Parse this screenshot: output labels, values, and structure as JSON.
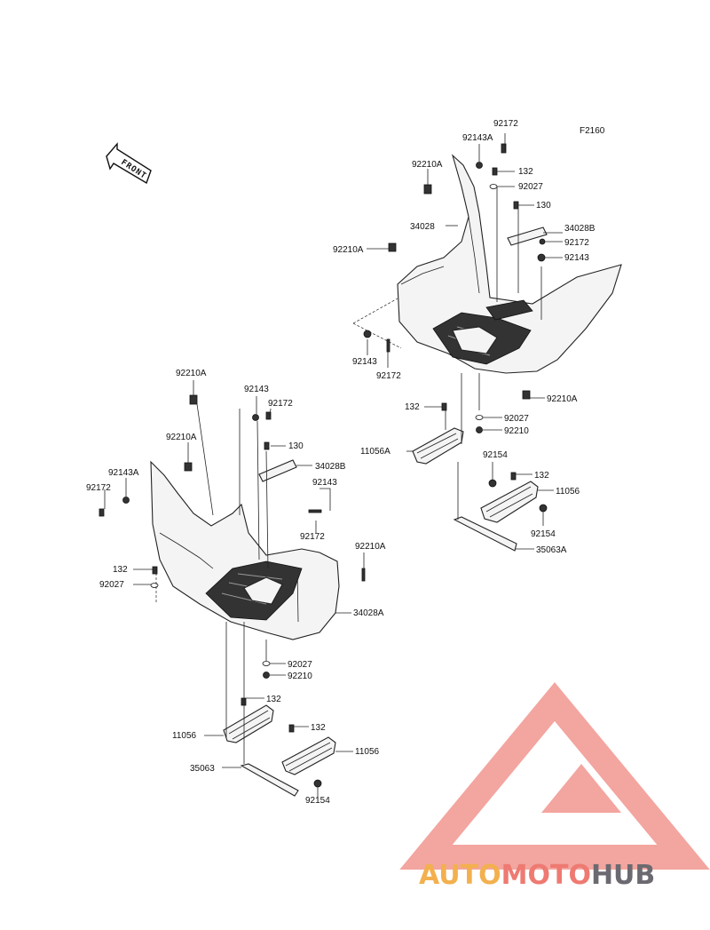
{
  "diagram": {
    "code": "F2160",
    "front_label": "FRONT",
    "watermark": {
      "auto": "AUTO",
      "moto": "MOTO",
      "hub": "HUB"
    },
    "part_labels": {
      "r_92172_top": "92172",
      "r_92143A_top": "92143A",
      "r_92210A_top": "92210A",
      "r_132_top": "132",
      "r_92027_top": "92027",
      "r_130": "130",
      "r_34028": "34028",
      "r_34028B": "34028B",
      "r_92210A_mid": "92210A",
      "r_92172_mid": "92172",
      "r_92143_mid": "92143",
      "r_92143_bot": "92143",
      "r_92172_bot": "92172",
      "r_92210A_bot": "92210A",
      "r_132_mid": "132",
      "r_92027_bot": "92027",
      "r_92210_bot": "92210",
      "r_11056A": "11056A",
      "r_92154_a": "92154",
      "r_132_b": "132",
      "r_11056": "11056",
      "r_92154_b": "92154",
      "r_35063A": "35063A",
      "l_92210A_top": "92210A",
      "l_92143_top": "92143",
      "l_92172_top": "92172",
      "l_92210A_mid": "92210A",
      "l_130": "130",
      "l_92143A": "92143A",
      "l_34028B": "34028B",
      "l_92172_left": "92172",
      "l_92143_mid": "92143",
      "l_92172_mid": "92172",
      "l_92210A_right": "92210A",
      "l_132_left": "132",
      "l_92027_left": "92027",
      "l_34028A": "34028A",
      "l_92027_bot": "92027",
      "l_92210_bot": "92210",
      "l_132_bot": "132",
      "l_11056_a": "11056",
      "l_132_b": "132",
      "l_11056_b": "11056",
      "l_35063": "35063",
      "l_92154": "92154"
    }
  },
  "colors": {
    "line": "#222222",
    "watermark_triangle": "#f29b95",
    "watermark_auto": "#f3b04e",
    "watermark_moto": "#ee7a72",
    "watermark_hub": "#6c6a70"
  }
}
